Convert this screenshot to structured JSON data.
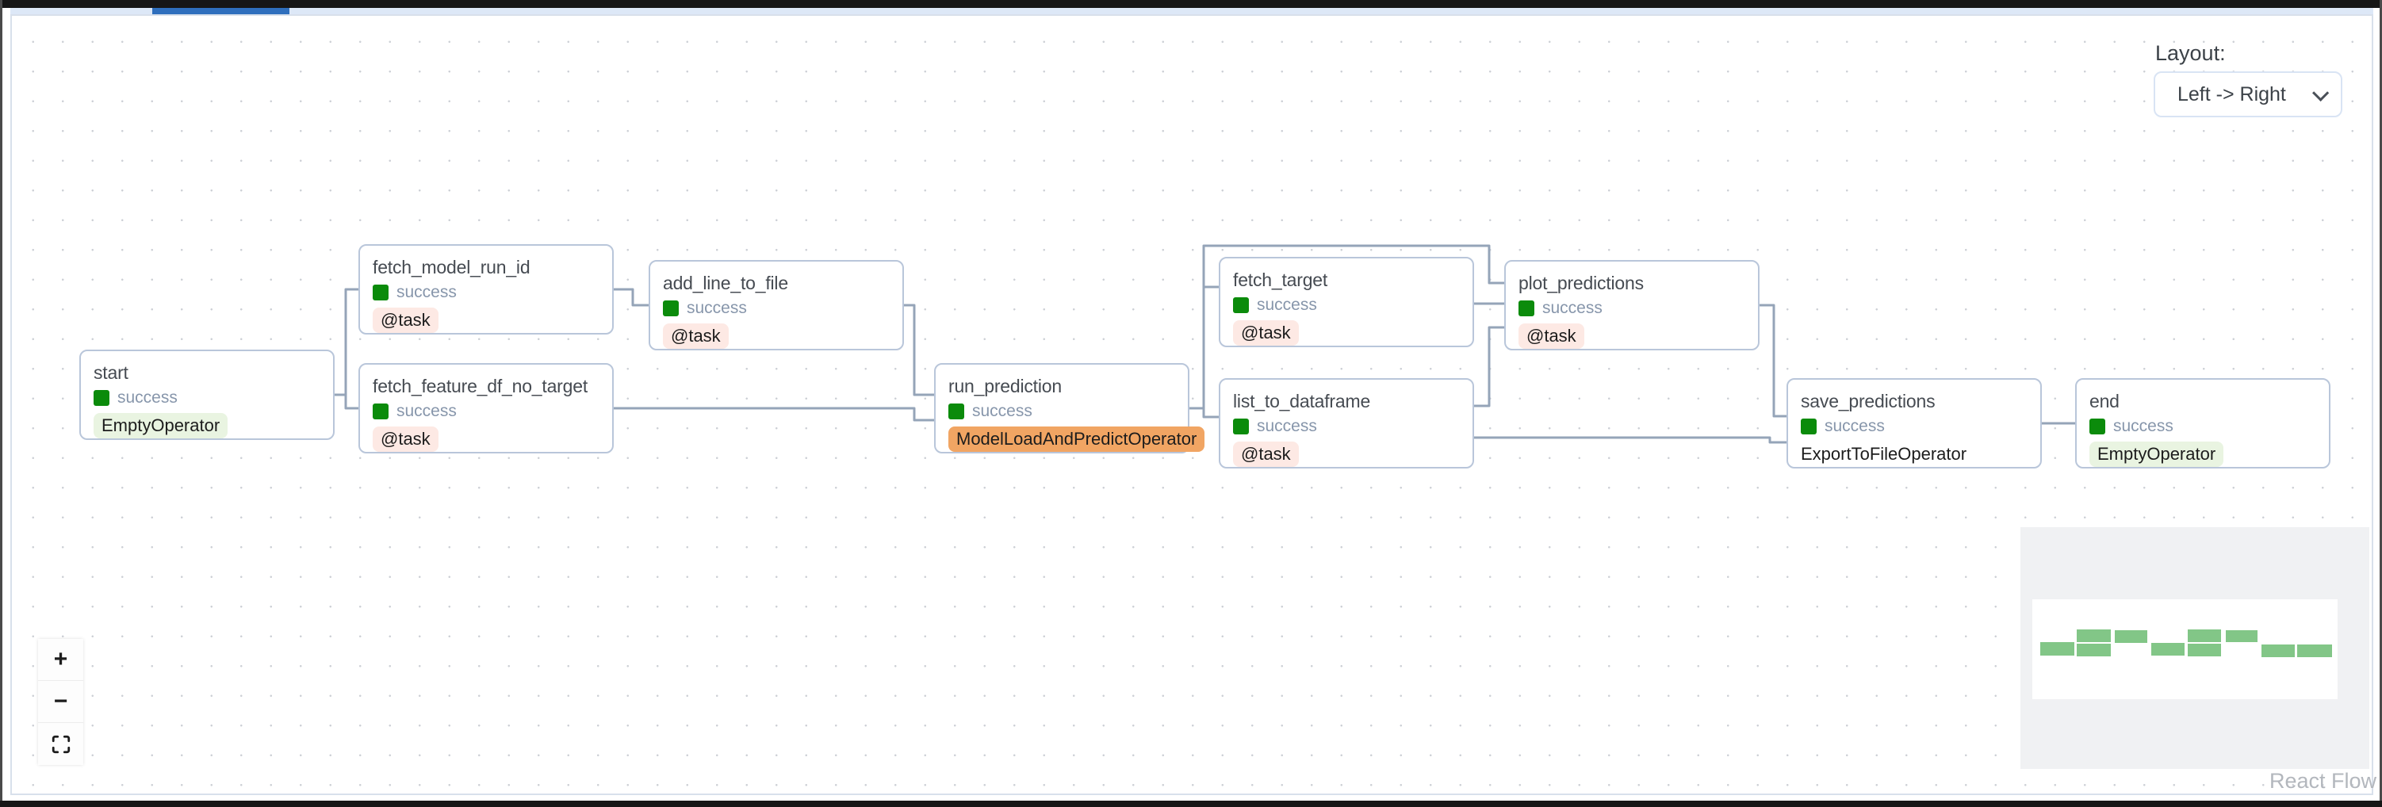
{
  "toolbar": {
    "layout_label": "Layout:",
    "layout_value": "Left -> Right"
  },
  "nodes": [
    {
      "id": "start",
      "label": "start",
      "status": "success",
      "operator": "EmptyOperator",
      "operator_style": "empty"
    },
    {
      "id": "fetch_model_run_id",
      "label": "fetch_model_run_id",
      "status": "success",
      "operator": "@task",
      "operator_style": "task"
    },
    {
      "id": "fetch_feature_df_no_target",
      "label": "fetch_feature_df_no_target",
      "status": "success",
      "operator": "@task",
      "operator_style": "task"
    },
    {
      "id": "add_line_to_file",
      "label": "add_line_to_file",
      "status": "success",
      "operator": "@task",
      "operator_style": "task"
    },
    {
      "id": "run_prediction",
      "label": "run_prediction",
      "status": "success",
      "operator": "ModelLoadAndPredictOperator",
      "operator_style": "model"
    },
    {
      "id": "fetch_target",
      "label": "fetch_target",
      "status": "success",
      "operator": "@task",
      "operator_style": "task"
    },
    {
      "id": "list_to_dataframe",
      "label": "list_to_dataframe",
      "status": "success",
      "operator": "@task",
      "operator_style": "task"
    },
    {
      "id": "plot_predictions",
      "label": "plot_predictions",
      "status": "success",
      "operator": "@task",
      "operator_style": "task"
    },
    {
      "id": "save_predictions",
      "label": "save_predictions",
      "status": "success",
      "operator": "ExportToFileOperator",
      "operator_style": "plain"
    },
    {
      "id": "end",
      "label": "end",
      "status": "success",
      "operator": "EmptyOperator",
      "operator_style": "empty"
    }
  ],
  "controls": {
    "zoom_in": "+",
    "zoom_out": "−"
  },
  "attribution": "React Flow",
  "colors": {
    "status_success": "#0b8b0b",
    "edge": "#95a4b8",
    "pill_task_bg": "#fde9e4",
    "pill_empty_bg": "#e9f4e1",
    "pill_model_bg": "#f1a563",
    "scrollbar_thumb": "#2f6fbd",
    "minimap_node": "#82c687"
  }
}
